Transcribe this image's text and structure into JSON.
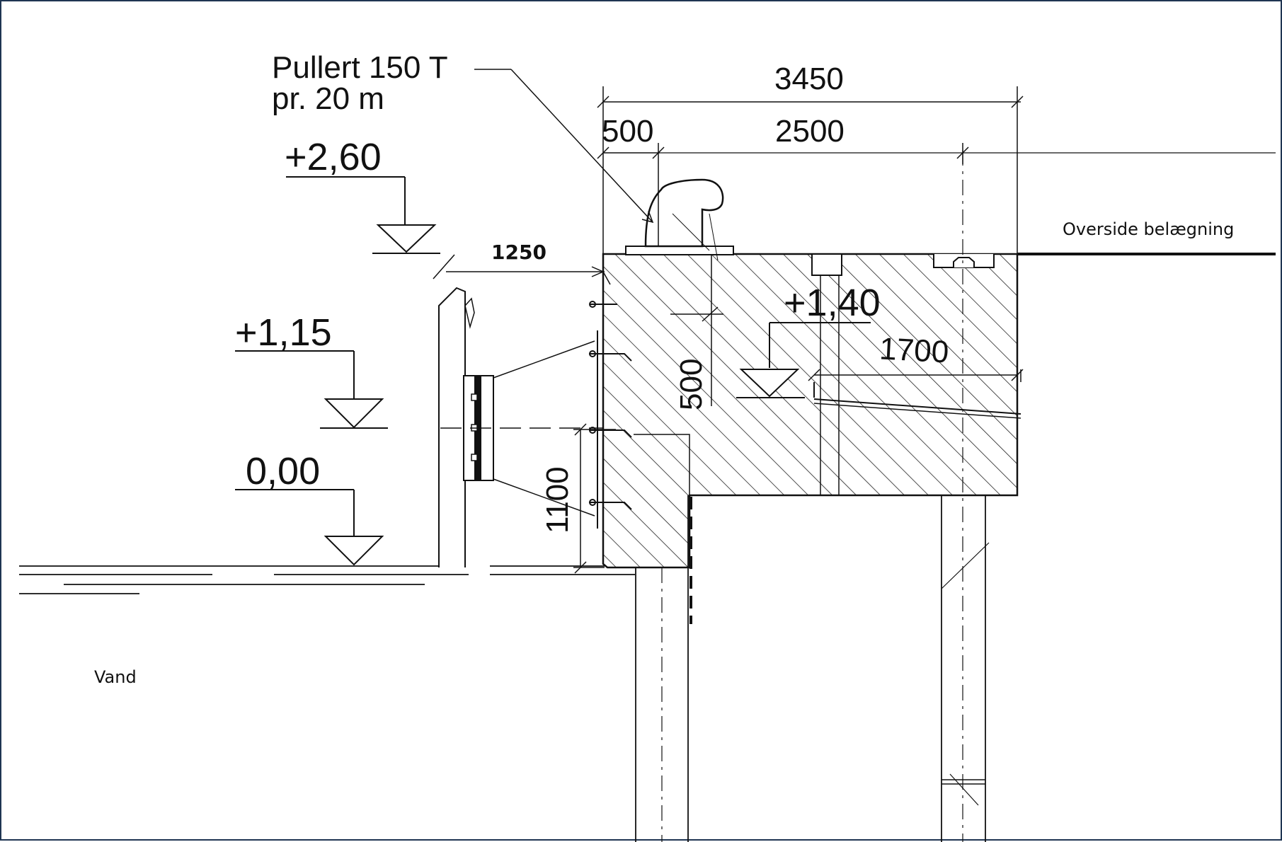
{
  "drawing": {
    "bollard_label_line1": "Pullert 150 T",
    "bollard_label_line2": "pr. 20 m",
    "elevations": {
      "top": "+2,60",
      "middle": "+1,15",
      "water": "0,00",
      "deck": "+1,40"
    },
    "dimensions": {
      "overall_width": "3450",
      "edge_strip": "500",
      "deck_width": "2500",
      "fender_distance": "1250",
      "beam_height": "500",
      "anchor_length": "1700",
      "front_height": "1100"
    },
    "notes": {
      "surface": "Overside belægning",
      "water": "Vand"
    }
  },
  "colors": {
    "line": "#111111",
    "frame": "#1f3552",
    "background": "#ffffff"
  }
}
